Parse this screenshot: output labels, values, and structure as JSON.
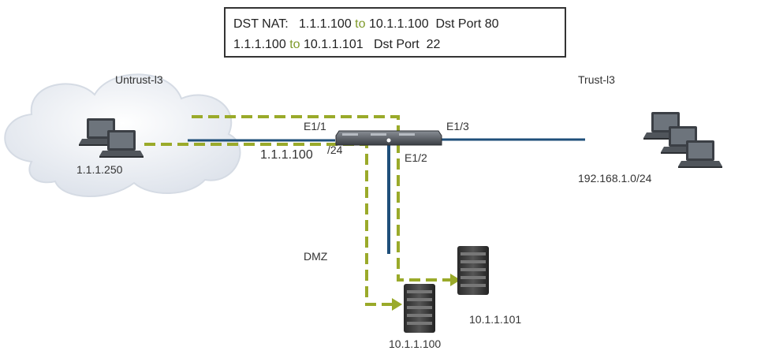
{
  "nat_box": {
    "line1": {
      "prefix": "DST NAT:",
      "src": "1.1.1.100",
      "word": "to",
      "dst": "10.1.1.100",
      "port_label": "Dst Port",
      "port": "80"
    },
    "line2": {
      "src": "1.1.1.100",
      "word": "to",
      "dst": "10.1.1.101",
      "port_label": "Dst Port",
      "port": "22"
    }
  },
  "zones": {
    "untrust": "Untrust-l3",
    "trust": "Trust-l3",
    "dmz": "DMZ"
  },
  "interfaces": {
    "e1_1": "E1/1",
    "e1_2": "E1/2",
    "e1_3": "E1/3"
  },
  "addresses": {
    "untrust_host": "1.1.1.250",
    "firewall_ip": "1.1.1.100",
    "firewall_mask": "/24",
    "trust_net": "192.168.1.0/24",
    "server1": "10.1.1.100",
    "server2": "10.1.1.101"
  },
  "colors": {
    "link": "#1f4f7a",
    "flow": "#9aaa2a",
    "accent_text": "#7f9a2a",
    "cloud": "#e8ecf2"
  },
  "icons": [
    "cloud-icon",
    "laptop-icon",
    "firewall-icon",
    "server-icon"
  ]
}
